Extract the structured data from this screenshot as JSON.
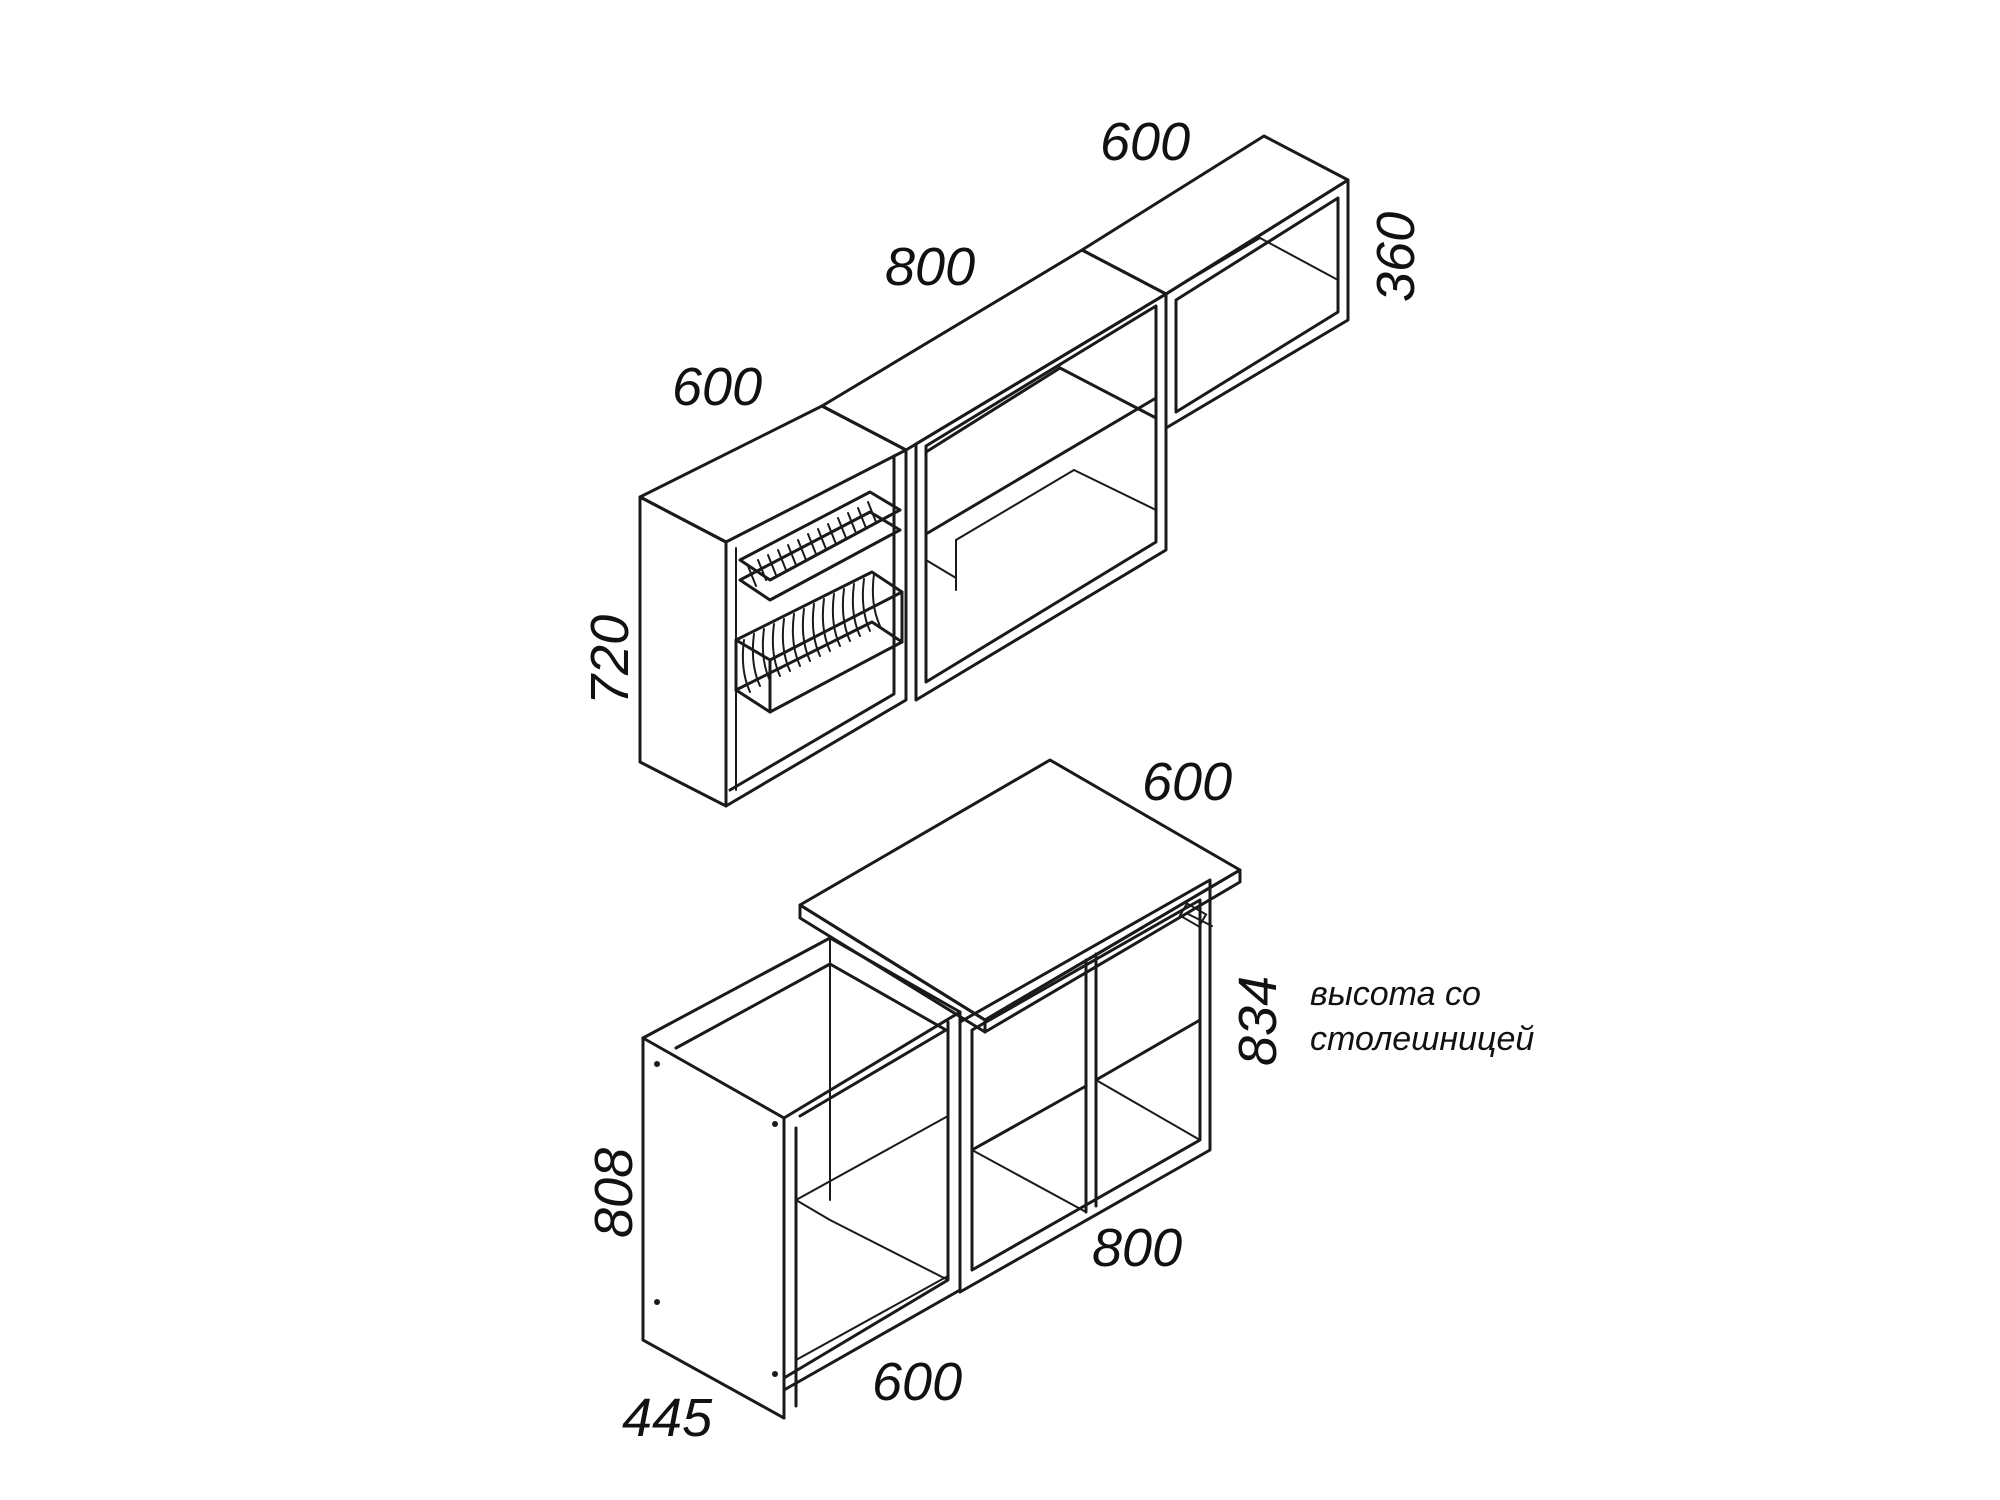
{
  "upper_cabinets": {
    "width_left": "600",
    "width_middle": "800",
    "width_right": "600",
    "height_left": "720",
    "height_right": "360"
  },
  "lower_cabinets": {
    "countertop_width": "600",
    "cabinet_height": "808",
    "height_with_top": "834",
    "height_note_line1": "высота со",
    "height_note_line2": "столешницей",
    "width_middle": "800",
    "width_left": "600",
    "depth": "445"
  }
}
